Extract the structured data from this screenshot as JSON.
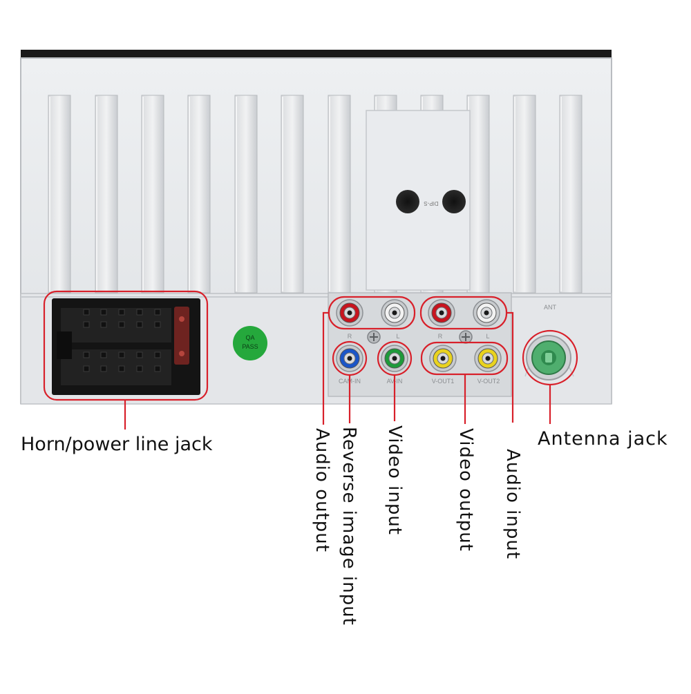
{
  "labels": {
    "horn_power": "Horn/power line jack",
    "audio_output": "Audio output",
    "reverse_image_input": "Reverse image input",
    "video_input": "Video input",
    "video_output": "Video output",
    "audio_input": "Audio input",
    "antenna_jack": "Antenna jack"
  },
  "panel_text": {
    "qa_line1": "QA",
    "qa_line2": "PASS",
    "cam_in": "CAM-IN",
    "av_in": "AV-IN",
    "v_out1": "V-OUT1",
    "v_out2": "V-OUT2",
    "r1": "R",
    "l1": "L",
    "r2": "R",
    "l2": "L",
    "ant": "ANT",
    "dip_sw": "DIP-S"
  },
  "colors": {
    "highlight": "#d8202a",
    "rca_red": "#c8141e",
    "rca_white": "#f2f2f2",
    "rca_blue": "#1a55c8",
    "rca_green": "#1e9a3a",
    "rca_yellow": "#e9d31e",
    "antenna_green": "#4fae6e",
    "qa_sticker": "#25a83c",
    "chassis": "#e6e8ea"
  }
}
